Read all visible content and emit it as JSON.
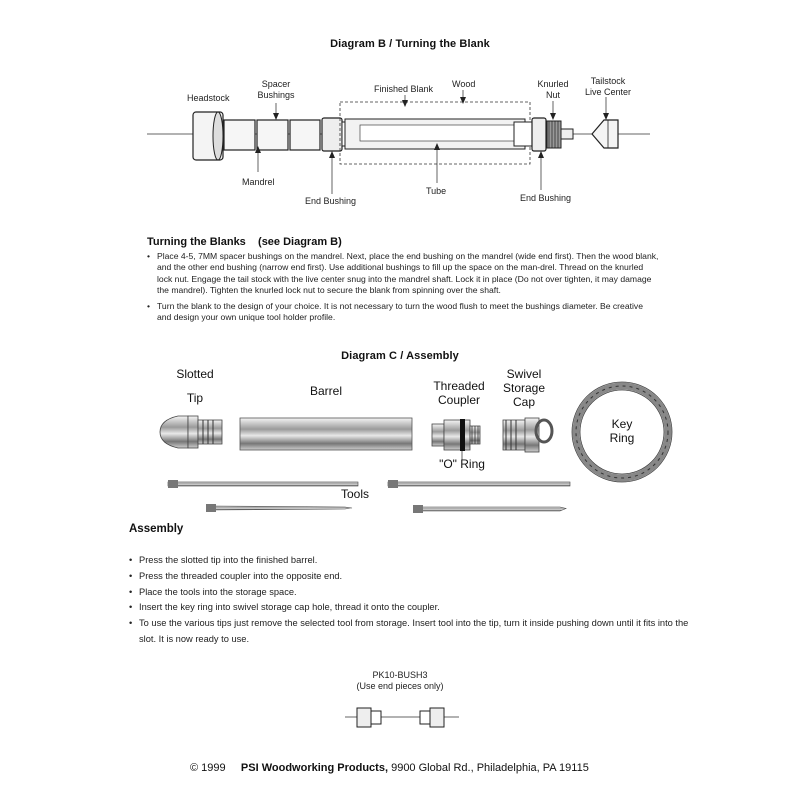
{
  "diagram_b": {
    "title": "Diagram B / Turning the Blank",
    "labels": {
      "headstock": "Headstock",
      "spacer_bushings": "Spacer\nBushings",
      "finished_blank": "Finished Blank",
      "wood": "Wood",
      "knurled_nut": "Knurled\nNut",
      "tailstock": "Tailstock\nLive Center",
      "mandrel": "Mandrel",
      "end_bushing_left": "End Bushing",
      "tube": "Tube",
      "end_bushing_right": "End Bushing"
    }
  },
  "turning": {
    "heading": "Turning the Blanks    (see Diagram B)",
    "bullets": [
      "Place 4-5, 7MM spacer bushings on the mandrel. Next, place the end bushing on the mandrel (wide end first). Then the wood blank, and the other end bushing (narrow end first). Use additional  bushings to fill up the space on the man-drel. Thread on the knurled lock nut. Engage the tail stock with the live center snug into the mandrel shaft. Lock it in place (Do not over tighten, it may damage the mandrel). Tighten the knurled lock nut to secure the blank from spinning over the shaft.",
      "Turn the blank to the design of your choice. It is not necessary to turn the wood flush to meet the bushings diameter. Be creative and design your own unique tool holder profile."
    ]
  },
  "diagram_c": {
    "title": "Diagram C / Assembly",
    "labels": {
      "slotted_tip": "Slotted\n\nTip",
      "barrel": "Barrel",
      "threaded_coupler": "Threaded\nCoupler",
      "swivel_cap": "Swivel\nStorage\nCap",
      "key_ring": "Key\nRing",
      "o_ring": "\"O\" Ring",
      "tools": "Tools"
    }
  },
  "assembly": {
    "heading": "Assembly",
    "bullets": [
      "Press the slotted tip into the finished barrel.",
      "Press the threaded coupler into the opposite end.",
      "Place the tools into the storage space.",
      "Insert the key ring into swivel storage cap hole, thread it onto the coupler.",
      "To use the various tips just remove the selected tool from storage. Insert tool into the tip, turn it inside pushing down until it fits into the slot.  It is now ready to use."
    ]
  },
  "bushing": {
    "part": "PK10-BUSH3",
    "note": "(Use end pieces only)"
  },
  "footer": {
    "copyright": "© 1999",
    "company": "PSI Woodworking Products,",
    "address": "9900 Global Rd., Philadelphia, PA 19115"
  }
}
